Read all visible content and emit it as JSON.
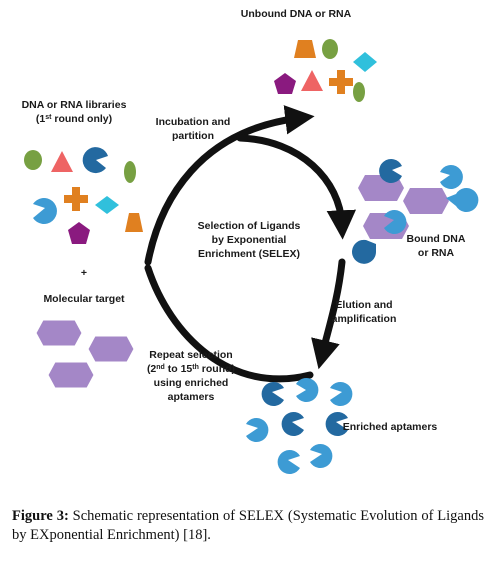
{
  "labels": {
    "unbound": "Unbound DNA or RNA",
    "libraries_line1": "DNA or RNA libraries",
    "libraries_line2_pre": "(1",
    "libraries_line2_sup": "st",
    "libraries_line2_post": " round only)",
    "incubation_line1": "Incubation and",
    "incubation_line2": "partition",
    "center_line1": "Selection of Ligands",
    "center_line2": "by Exponential",
    "center_line3": "Enrichment (SELEX)",
    "plus": "+",
    "molecular_target": "Molecular target",
    "bound_line1": "Bound DNA",
    "bound_line2": "or RNA",
    "elution_line1": "Elution and",
    "elution_line2": "amplification",
    "repeat_line1": "Repeat selection",
    "repeat_line2_pre": "(2",
    "repeat_line2_sup": "nd",
    "repeat_line2_mid": " to 15",
    "repeat_line2_sup2": "th",
    "repeat_line2_post": " round)",
    "repeat_line3": "using enriched",
    "repeat_line4": "aptamers",
    "enriched": "Enriched aptamers"
  },
  "caption": {
    "label": "Figure 3:",
    "text": " Schematic representation of SELEX (Systematic Evolution of Ligands by EXponential Enrichment) [18]."
  },
  "colors": {
    "green": "#77a042",
    "red": "#ee6464",
    "blue": "#3d9bd4",
    "dark_blue": "#2369a0",
    "purple": "#8a1a7f",
    "orange": "#e08020",
    "cyan": "#30c0dc",
    "lavender": "#a487c7",
    "arrow": "#111111"
  }
}
